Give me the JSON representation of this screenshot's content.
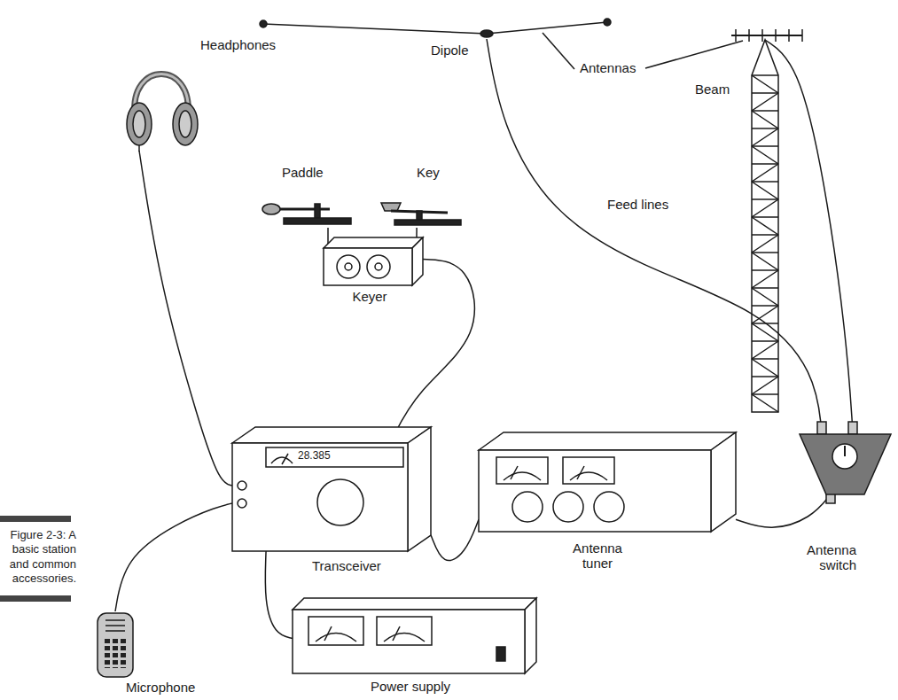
{
  "diagram": {
    "caption": "Figure 2-3: A basic station and common accessories.",
    "nodes": [
      {
        "text": [
          "Dipole"
        ]
      },
      {
        "text": [
          "Headphones"
        ]
      },
      {
        "text": [
          "Paddle"
        ]
      },
      {
        "text": [
          "Key"
        ]
      },
      {
        "text": [
          "Beam"
        ]
      },
      {
        "text": [
          "Keyer"
        ]
      },
      {
        "text": [
          "28.385",
          "Transceiver"
        ]
      },
      {
        "text": [
          "Antenna tuner"
        ]
      },
      {
        "text": [
          "Antenna switch"
        ]
      },
      {
        "text": [
          "Microphone"
        ]
      },
      {
        "text": [
          "Power supply"
        ]
      }
    ],
    "edges": [
      {
        "from": 0,
        "to": 8,
        "arrow": "none"
      },
      {
        "from": 4,
        "to": 8,
        "arrow": "none"
      },
      {
        "from": 1,
        "to": 6,
        "arrow": "none"
      },
      {
        "from": 2,
        "to": 5,
        "arrow": "none"
      },
      {
        "from": 3,
        "to": 5,
        "arrow": "none"
      },
      {
        "from": 5,
        "to": 6,
        "arrow": "none"
      },
      {
        "from": 9,
        "to": 6,
        "arrow": "none"
      },
      {
        "from": 6,
        "to": 7,
        "arrow": "none"
      },
      {
        "from": 6,
        "to": 10,
        "arrow": "none"
      },
      {
        "from": 7,
        "to": 8,
        "arrow": "none"
      }
    ],
    "labels": [
      "Antennas",
      "Feed lines"
    ]
  }
}
